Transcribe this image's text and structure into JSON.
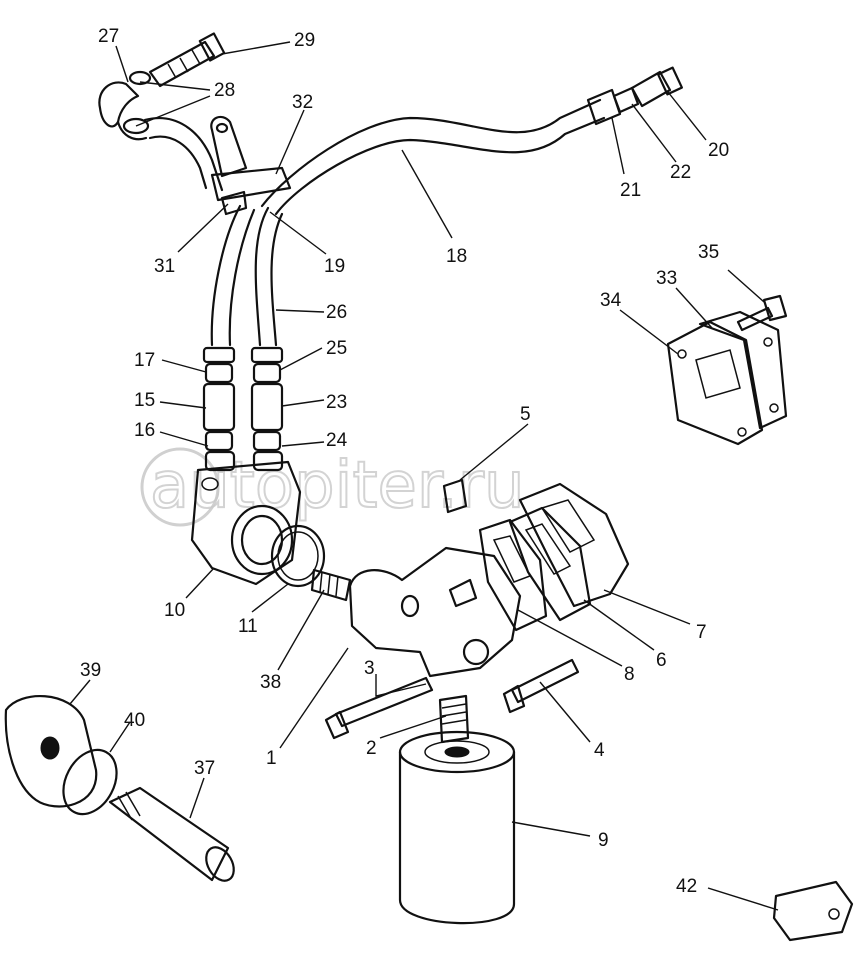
{
  "watermark": "autopiter.ru",
  "callouts": [
    {
      "id": "c27",
      "text": "27"
    },
    {
      "id": "c29",
      "text": "29"
    },
    {
      "id": "c28",
      "text": "28"
    },
    {
      "id": "c32",
      "text": "32"
    },
    {
      "id": "c20",
      "text": "20"
    },
    {
      "id": "c22",
      "text": "22"
    },
    {
      "id": "c21",
      "text": "21"
    },
    {
      "id": "c31",
      "text": "31"
    },
    {
      "id": "c19",
      "text": "19"
    },
    {
      "id": "c18",
      "text": "18"
    },
    {
      "id": "c35",
      "text": "35"
    },
    {
      "id": "c33",
      "text": "33"
    },
    {
      "id": "c34",
      "text": "34"
    },
    {
      "id": "c26",
      "text": "26"
    },
    {
      "id": "c17",
      "text": "17"
    },
    {
      "id": "c25",
      "text": "25"
    },
    {
      "id": "c15",
      "text": "15"
    },
    {
      "id": "c23",
      "text": "23"
    },
    {
      "id": "c16",
      "text": "16"
    },
    {
      "id": "c24",
      "text": "24"
    },
    {
      "id": "c5",
      "text": "5"
    },
    {
      "id": "c10",
      "text": "10"
    },
    {
      "id": "c11",
      "text": "11"
    },
    {
      "id": "c38",
      "text": "38"
    },
    {
      "id": "c7",
      "text": "7"
    },
    {
      "id": "c6",
      "text": "6"
    },
    {
      "id": "c8",
      "text": "8"
    },
    {
      "id": "c3",
      "text": "3"
    },
    {
      "id": "c1",
      "text": "1"
    },
    {
      "id": "c2",
      "text": "2"
    },
    {
      "id": "c4",
      "text": "4"
    },
    {
      "id": "c39",
      "text": "39"
    },
    {
      "id": "c40",
      "text": "40"
    },
    {
      "id": "c37",
      "text": "37"
    },
    {
      "id": "c9",
      "text": "9"
    },
    {
      "id": "c42",
      "text": "42"
    }
  ]
}
